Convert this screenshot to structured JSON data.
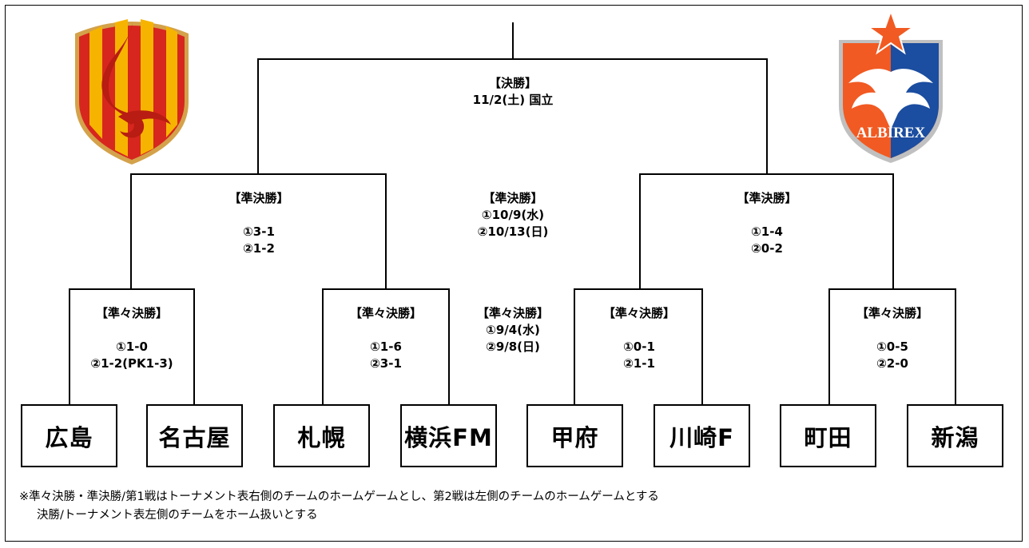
{
  "final": {
    "title": "【決勝】",
    "date": "11/2(土) 国立"
  },
  "semifinal_center": {
    "title": "【準決勝】",
    "leg1": "①10/9(水)",
    "leg2": "②10/13(日)"
  },
  "semifinal_left": {
    "title": "【準決勝】",
    "leg1": "①3-1",
    "leg2": "②1-2"
  },
  "semifinal_right": {
    "title": "【準決勝】",
    "leg1": "①1-4",
    "leg2": "②0-2"
  },
  "quarterfinal_center": {
    "title": "【準々決勝】",
    "leg1": "①9/4(水)",
    "leg2": "②9/8(日)"
  },
  "quarterfinals": [
    {
      "title": "【準々決勝】",
      "leg1": "①1-0",
      "leg2": "②1-2(PK1-3)"
    },
    {
      "title": "【準々決勝】",
      "leg1": "①1-6",
      "leg2": "②3-1"
    },
    {
      "title": "【準々決勝】",
      "leg1": "①0-1",
      "leg2": "②1-1"
    },
    {
      "title": "【準々決勝】",
      "leg1": "①0-5",
      "leg2": "②2-0"
    }
  ],
  "teams": [
    "広島",
    "名古屋",
    "札幌",
    "横浜FM",
    "甲府",
    "川崎F",
    "町田",
    "新潟"
  ],
  "notes": [
    "※準々決勝・準決勝/第1戦はトーナメント表右側のチームのホームゲームとし、第2戦は左側のチームのホームゲームとする",
    "決勝/トーナメント表左側のチームをホーム扱いとする"
  ],
  "logos": {
    "left": {
      "name": "nagoya-grampus-crest",
      "colors": {
        "red": "#d7261e",
        "gold": "#f6b400"
      }
    },
    "right": {
      "name": "albirex-niigata-crest",
      "text": "ALBIREX",
      "colors": {
        "orange": "#f15a22",
        "blue": "#1b4da0"
      }
    }
  }
}
